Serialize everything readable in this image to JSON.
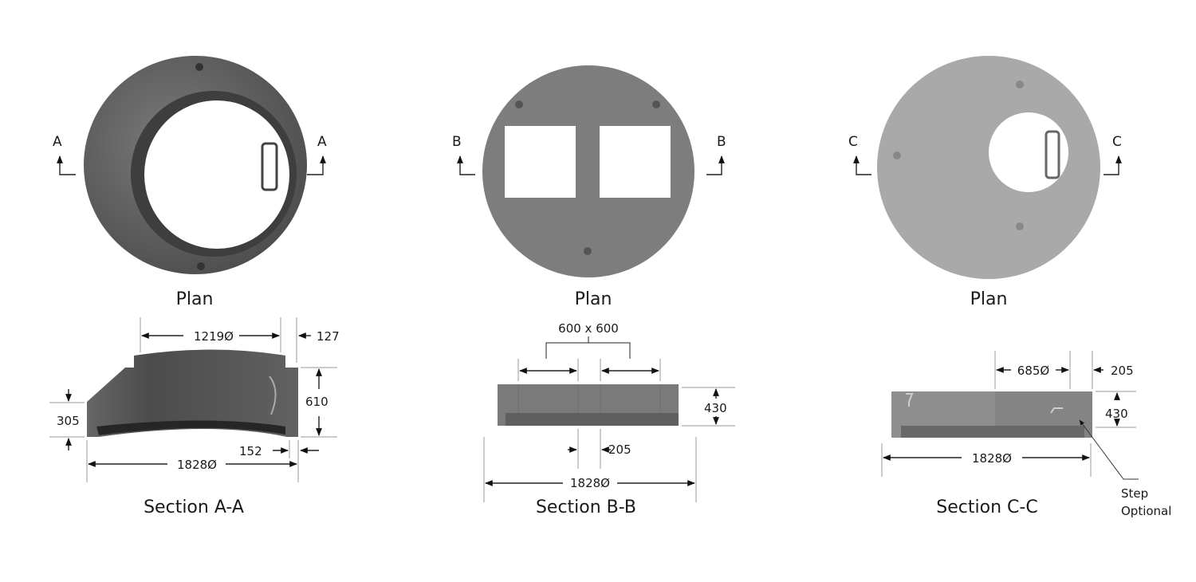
{
  "views": {
    "a": {
      "plan_label": "Plan",
      "section_marker": "A",
      "section_title": "Section A-A",
      "dims": {
        "top_diameter": "1219Ø",
        "lip": "127",
        "height": "610",
        "base_height": "305",
        "wall": "152",
        "base_diameter": "1828Ø"
      }
    },
    "b": {
      "plan_label": "Plan",
      "section_marker": "B",
      "section_title": "Section B-B",
      "dims": {
        "openings": "600 x 600",
        "height": "430",
        "web": "205",
        "diameter": "1828Ø"
      }
    },
    "c": {
      "plan_label": "Plan",
      "section_marker": "C",
      "section_title": "Section C-C",
      "dims": {
        "opening_diameter": "685Ø",
        "offset": "205",
        "height": "430",
        "diameter": "1828Ø"
      },
      "note_line1": "Step",
      "note_line2": "Optional"
    }
  },
  "colors": {
    "concrete_dark": "#5e5e5e",
    "concrete_mid": "#7b7b7b",
    "concrete_light": "#a9a9a9"
  }
}
